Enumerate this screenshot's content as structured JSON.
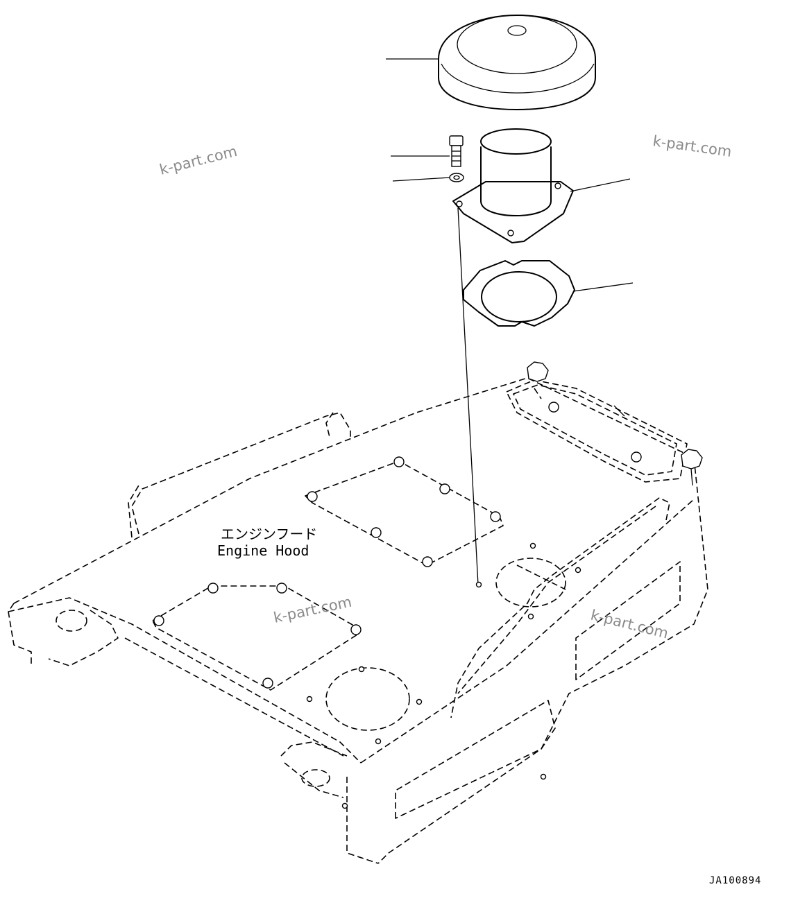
{
  "diagram": {
    "label_jp": "エンジンフード",
    "label_en": "Engine Hood",
    "drawing_code": "JA100894"
  },
  "watermarks": [
    "k-part.com",
    "k-part.com",
    "k-part.com",
    "k-part.com"
  ]
}
